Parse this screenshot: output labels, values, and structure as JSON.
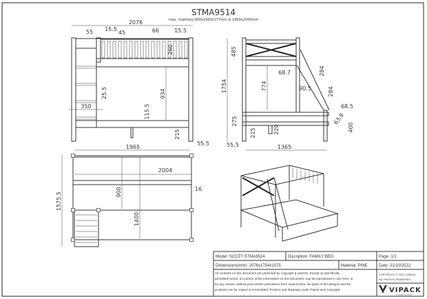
{
  "title": "STMA9514",
  "subtitle": "max. mattress 900x2000x277mm & 1400x2000mm",
  "front_view": {
    "dimensions": [
      "2076",
      "55",
      "15.5",
      "45",
      "66",
      "15.5",
      "260",
      "25.5",
      "934",
      "350",
      "115.5",
      "215",
      "55.5",
      "1965"
    ]
  },
  "side_view": {
    "dimensions": [
      "485",
      "1754",
      "774",
      "68.7",
      "90.5",
      "284",
      "284",
      "68.5",
      "63.8",
      "400",
      "275",
      "215",
      "220",
      "55.5",
      "1365"
    ]
  },
  "plan_view": {
    "dimensions": [
      "2004",
      "16",
      "900",
      "1400",
      "1575.5"
    ]
  },
  "title_block": {
    "model": "Model: SCOTT STMA9514",
    "description": "Discription: FAMILY BED",
    "page": "Page: 1/1",
    "dimensions": "Dimensions(mm): 2076x1754x1575",
    "material": "Material: PINE",
    "date": "Date: 21/10/2022",
    "legal": [
      "All contents on this document are protected by copyright & patents. Except as specifically",
      "permitted herein, no portion of the information on this document may be reproduced in any form, or",
      "by any means, without prior written permission from Vipack bvba. No parts of the designs and the",
      "products can be copied or transmitted. Product and drawings under Patent and Copyright."
    ],
    "copyright": [
      "COPYRIGHT © 2022 VIPACK,",
      "ALL RIGHTS RESERVED"
    ],
    "brand": "VIPACK",
    "brand_tagline": "FURNITURE"
  }
}
